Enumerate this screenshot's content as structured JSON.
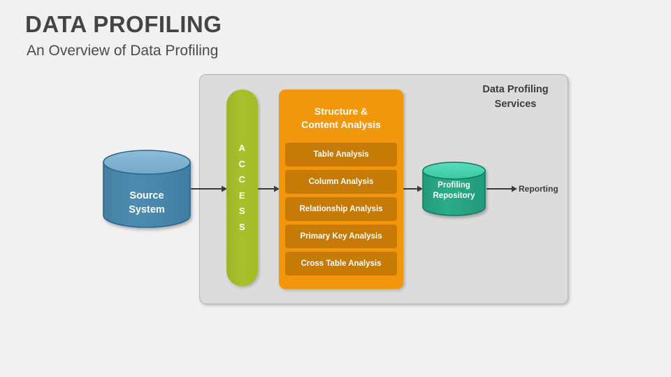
{
  "slide": {
    "title": "DATA PROFILING",
    "subtitle": "An Overview of Data Profiling",
    "background_color": "#f1f1f1",
    "title_color": "#444444"
  },
  "diagram": {
    "services_panel": {
      "label_line1": "Data Profiling",
      "label_line2": "Services",
      "fill_color": "#dcdcdc",
      "border_color": "#b4b4b4"
    },
    "source_system": {
      "label_line1": "Source",
      "label_line2": "System",
      "body_color": "#4a87b0",
      "top_color": "#7eb2d2",
      "stroke_color": "#2d6489",
      "shape": "cylinder"
    },
    "access_bar": {
      "label": "ACCESS",
      "letters": [
        "A",
        "C",
        "C",
        "E",
        "S",
        "S"
      ],
      "fill_color": "#a9c02c",
      "text_color": "#ffffff"
    },
    "analysis_panel": {
      "heading_line1": "Structure &",
      "heading_line2": "Content Analysis",
      "fill_color": "#f2960c",
      "item_color": "#c87a06",
      "items": [
        {
          "label": "Table Analysis"
        },
        {
          "label": "Column Analysis"
        },
        {
          "label": "Relationship Analysis"
        },
        {
          "label": "Primary Key Analysis"
        },
        {
          "label": "Cross Table Analysis"
        }
      ]
    },
    "profiling_repository": {
      "label_line1": "Profiling",
      "label_line2": "Repository",
      "body_color": "#2aa785",
      "top_color": "#45d1ad",
      "stroke_color": "#16775d",
      "shape": "cylinder"
    },
    "reporting": {
      "label": "Reporting",
      "text_color": "#3b3b3b"
    },
    "arrows": {
      "color": "#3b3b3b",
      "flow": [
        "Source System -> ACCESS",
        "ACCESS -> Structure & Content Analysis",
        "Structure & Content Analysis -> Profiling Repository",
        "Profiling Repository -> Reporting"
      ]
    }
  }
}
